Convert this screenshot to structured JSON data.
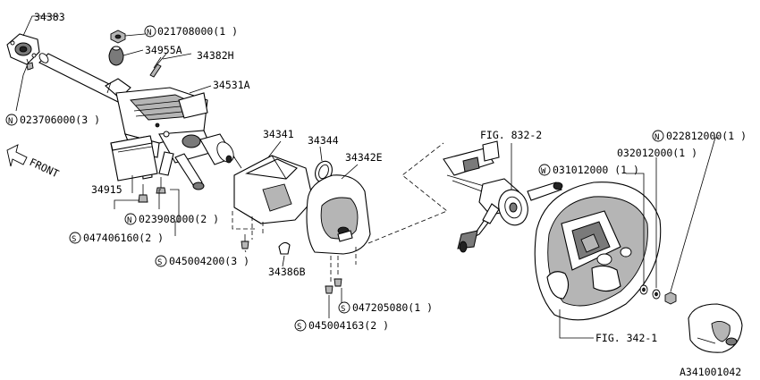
{
  "labels": {
    "p34383": "34383",
    "p021708000": "021708000(1 )",
    "p34955a": "34955A",
    "p34382h": "34382H",
    "p34531a": "34531A",
    "p023706000": "023706000(3 )",
    "p34341": "34341",
    "p34344": "34344",
    "p34342e": "34342E",
    "front": "FRONT",
    "p34915": "34915",
    "p023908000": "023908000(2 )",
    "p047406160": "047406160(2 )",
    "p045004200": "045004200(3 )",
    "p34386b": "34386B",
    "p047205080": "047205080(1 )",
    "p045004163": "045004163(2 )",
    "fig832": "FIG. 832-2",
    "p031012000": "031012000 (1 )",
    "p032012000": "032012000(1 )",
    "p022812000": "022812000(1 )",
    "fig342": "FIG. 342-1",
    "code": "A341001042"
  },
  "prefix": {
    "n": "N",
    "s": "S",
    "w": "W"
  }
}
